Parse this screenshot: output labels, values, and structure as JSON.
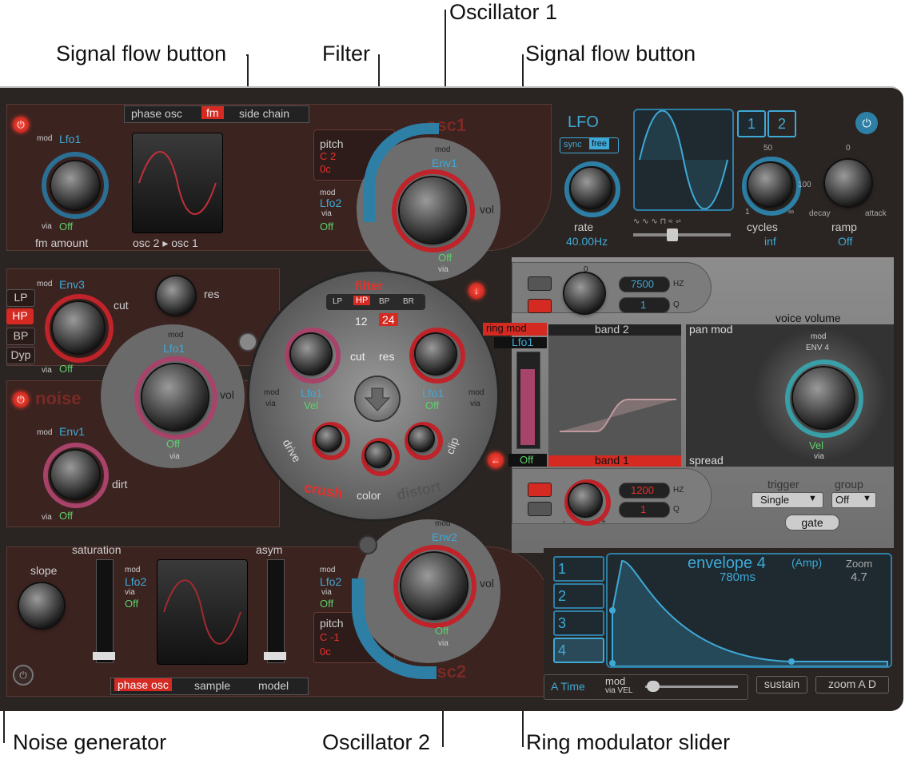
{
  "callouts": {
    "oscillator1": "Oscillator 1",
    "signal_flow_left": "Signal flow button",
    "filter": "Filter",
    "signal_flow_right": "Signal flow button",
    "noise_generator": "Noise generator",
    "oscillator2": "Oscillator 2",
    "ring_mod_slider": "Ring modulator slider"
  },
  "osc1": {
    "title": "osc1",
    "tabs": [
      "phase osc",
      "fm",
      "side chain"
    ],
    "mod_label": "mod",
    "mod_source": "Lfo1",
    "via_label": "via",
    "via_value": "Off",
    "knob_label": "fm amount",
    "route": "osc 2 ▸ osc 1",
    "pitch_label": "pitch",
    "pitch_value": "C 2",
    "pitch_cents": "0c",
    "pitch_mod_label": "mod",
    "pitch_mod": "Lfo2",
    "pitch_via_label": "via",
    "pitch_via": "Off",
    "vol_mod_label": "mod",
    "vol_mod": "Env1",
    "vol_label": "vol",
    "vol_via": "Off",
    "vol_via_label": "via"
  },
  "filter_section": {
    "modes": [
      "LP",
      "HP",
      "BP",
      "Dyp"
    ],
    "mod_label": "mod",
    "cut_mod": "Env3",
    "cut_label": "cut",
    "cut_via_label": "via",
    "cut_via": "Off",
    "res_label": "res",
    "title": "filter",
    "filter_types": [
      "LP",
      "HP",
      "BP",
      "BR"
    ],
    "slopes": [
      "12",
      "24"
    ],
    "cut": "cut",
    "res": "res",
    "mod_left": "mod",
    "via_left": "via",
    "left_mod": "Lfo1",
    "left_via": "Vel",
    "mod_right": "mod",
    "via_right": "via",
    "right_mod": "Lfo1",
    "right_via": "Off",
    "drive": "drive",
    "clip": "clip",
    "color": "color",
    "crush": "crush",
    "distort": "distort"
  },
  "noise": {
    "title": "noise",
    "mod_label": "mod",
    "mod_source": "Env1",
    "knob_label": "dirt",
    "via_label": "via",
    "via_value": "Off",
    "vol_mod_label": "mod",
    "vol_mod": "Lfo1",
    "vol_label": "vol",
    "vol_via": "Off",
    "vol_via_label": "via"
  },
  "osc2": {
    "title": "osc2",
    "tabs": [
      "phase osc",
      "sample",
      "model"
    ],
    "slope": "slope",
    "saturation": "saturation",
    "asym": "asym",
    "mod_label": "mod",
    "mod_source": "Lfo2",
    "via_label": "via",
    "via_value": "Off",
    "pitch_label": "pitch",
    "pitch_value": "C -1",
    "pitch_cents": "0c",
    "pitch_mod_label": "mod",
    "pitch_mod": "Lfo2",
    "pitch_via_label": "via",
    "pitch_via": "Off",
    "vol_mod_label": "mod",
    "vol_mod": "Env2",
    "vol_label": "vol",
    "vol_via": "Off",
    "vol_via_label": "via"
  },
  "lfo": {
    "title": "LFO",
    "sync": "sync",
    "free": "free",
    "rate_label": "rate",
    "rate_value": "40.00Hz",
    "tabs": [
      "1",
      "2"
    ],
    "cycles_label": "cycles",
    "cycles_value": "inf",
    "cycles_ticks": [
      "50",
      "1",
      "∞",
      "100"
    ],
    "ramp_label": "ramp",
    "ramp_value": "Off",
    "ramp_ticks": [
      "0",
      "decay",
      "attack"
    ]
  },
  "ringmod": {
    "title": "ring mod",
    "source": "Lfo1",
    "value": "Off",
    "level": 0.85
  },
  "bands": {
    "band2_label": "band 2",
    "band2_hz": "7500",
    "band2_q": "1",
    "hz": "HZ",
    "q": "Q",
    "band1_label": "band 1",
    "band1_hz": "1200",
    "band1_q": "1",
    "zero_tick": "0",
    "minus": "-",
    "plus": "+"
  },
  "voice": {
    "pan_mod": "pan mod",
    "spread": "spread",
    "voice_volume": "voice volume",
    "mod_label": "mod",
    "mod_source": "ENV 4",
    "via_label": "via",
    "via_value": "Vel",
    "trigger_label": "trigger",
    "trigger_value": "Single",
    "group_label": "group",
    "group_value": "Off",
    "gate": "gate"
  },
  "envelope": {
    "title": "envelope 4",
    "subtitle": "(Amp)",
    "time": "780ms",
    "zoom_label": "Zoom",
    "zoom_value": "4.7",
    "slots": [
      "1",
      "2",
      "3",
      "4"
    ],
    "atime": "A Time",
    "mod": "mod",
    "via": "via VEL",
    "sustain": "sustain",
    "zoom_ad": "zoom A D"
  },
  "colors": {
    "accent_red": "#e8302b",
    "accent_blue": "#3fa9d6",
    "panel": "#3b2320"
  }
}
